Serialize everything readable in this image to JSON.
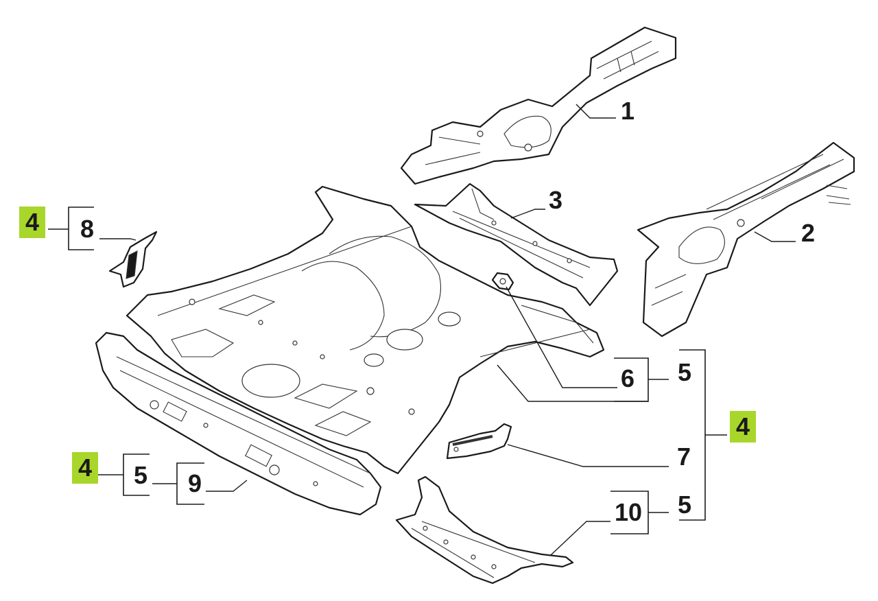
{
  "callouts": {
    "c1": "1",
    "c2": "2",
    "c3": "3",
    "c4_top_left": "4",
    "c8": "8",
    "c6": "6",
    "c5_a": "5",
    "c4_right": "4",
    "c7": "7",
    "c10": "10",
    "c5_b": "5",
    "c4_bottom_left": "4",
    "c5_c": "5",
    "c9": "9"
  },
  "colors": {
    "badge": "#a8d62a",
    "line": "#1a1a1a",
    "background": "#ffffff"
  }
}
